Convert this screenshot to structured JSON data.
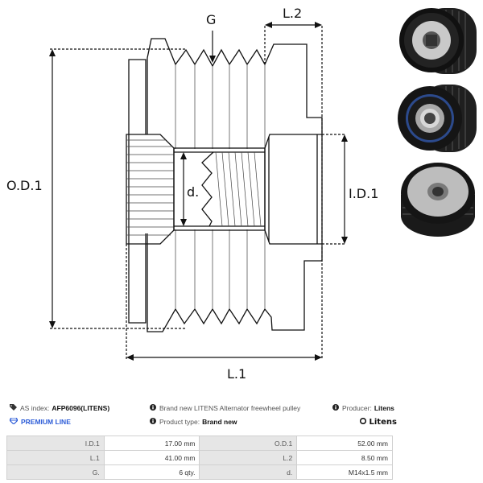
{
  "diagram": {
    "title": "Alternator freewheel pulley dimensional drawing",
    "labels": {
      "groove": "G",
      "length2": "L.2",
      "outer_diameter": "O.D.1",
      "inner_diameter": "I.D.1",
      "thread": "d.",
      "length1": "L.1"
    }
  },
  "photos": [
    {
      "name": "pulley-photo-front",
      "alt": "Pulley front view"
    },
    {
      "name": "pulley-photo-rear",
      "alt": "Pulley rear view with bearing"
    },
    {
      "name": "pulley-photo-angled",
      "alt": "Pulley angled view"
    }
  ],
  "info": {
    "as_index_label": "AS index:",
    "as_index_value": "AFP6096(LITENS)",
    "premium_label": "PREMIUM LINE",
    "description": "Brand new LITENS Alternator freewheel pulley",
    "product_type_label": "Product type:",
    "product_type_value": "Brand new",
    "producer_label": "Producer:",
    "producer_value": "Litens",
    "brand_logo_text": "Litens"
  },
  "specs": [
    {
      "key1": "I.D.1",
      "val1": "17.00 mm",
      "key2": "O.D.1",
      "val2": "52.00 mm"
    },
    {
      "key1": "L.1",
      "val1": "41.00 mm",
      "key2": "L.2",
      "val2": "8.50 mm"
    },
    {
      "key1": "G.",
      "val1": "6 qty.",
      "key2": "d.",
      "val2": "M14x1.5 mm"
    }
  ],
  "colors": {
    "premium": "#2b5bd7",
    "table_key_bg": "#e6e6e6",
    "table_border": "#d0d0d0"
  }
}
